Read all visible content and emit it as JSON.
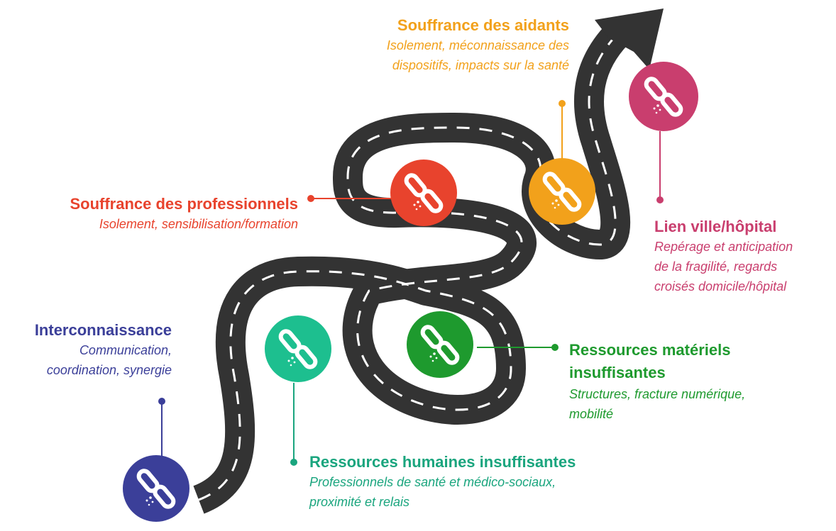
{
  "colors": {
    "road": "#333333",
    "dash": "#ffffff",
    "interconnaissance": "#3b3f99",
    "professionnels": "#e8432d",
    "aidants": "#f2a11b",
    "lien": "#c93e6e",
    "materiels": "#1e9a2e",
    "humaines": "#1aa57e"
  },
  "icons": {
    "milestone": "broken-chain-icon"
  },
  "items": {
    "interconnaissance": {
      "title": "Interconnaissance",
      "desc_1": "Communication,",
      "desc_2": "coordination, synergie"
    },
    "professionnels": {
      "title": "Souffrance des professionnels",
      "desc_1": "Isolement, sensibilisation/formation"
    },
    "aidants": {
      "title": "Souffrance des aidants",
      "desc_1": "Isolement, méconnaissance des",
      "desc_2": "dispositifs, impacts sur la santé"
    },
    "lien": {
      "title": "Lien ville/hôpital",
      "desc_1": "Repérage et anticipation",
      "desc_2": "de la fragilité, regards",
      "desc_3": "croisés domicile/hôpital"
    },
    "materiels": {
      "title": "Ressources matériels insuffisantes",
      "desc_1": "Structures, fracture numérique,",
      "desc_2": "mobilité"
    },
    "humaines": {
      "title": "Ressources humaines insuffisantes",
      "desc_1": "Professionnels de santé et médico-sociaux,",
      "desc_2": "proximité et relais"
    }
  }
}
